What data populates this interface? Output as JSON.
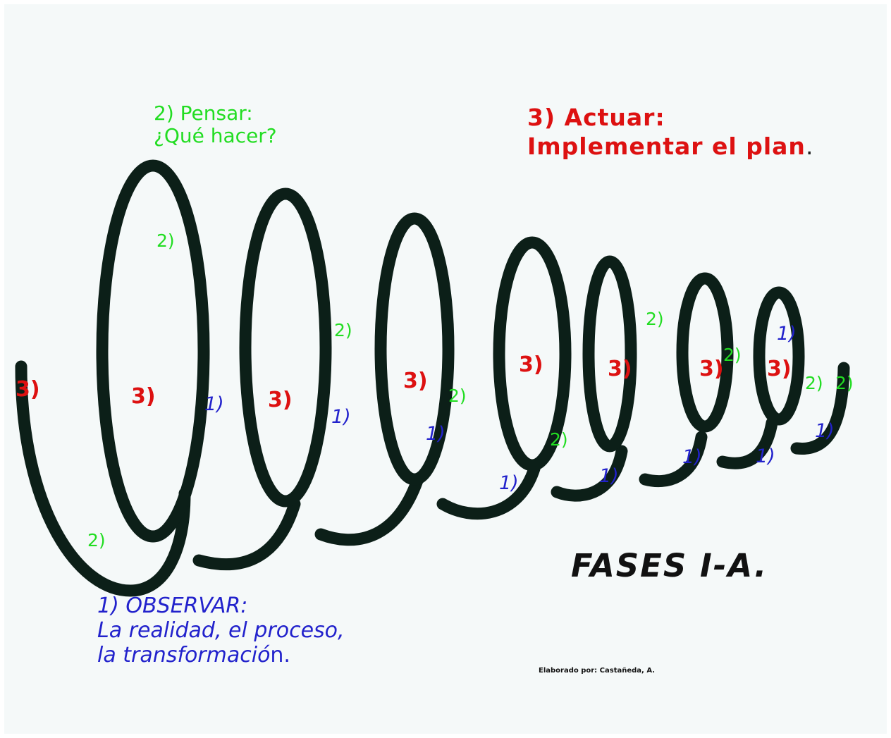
{
  "labels": {
    "think_heading": "2) Pensar:",
    "think_sub": "¿Qué hacer?",
    "act_heading": "3) Actuar:",
    "act_sub": "Implementar el plan",
    "act_sub_tail": ".",
    "observe_heading": "1) OBSERVAR:",
    "observe_line2": "La realidad, el proceso,",
    "observe_line3": "la transformació",
    "observe_line3_tail": "n.",
    "main_title": "FASES I-A.",
    "credit": "Elaborado por: Castañeda, A."
  },
  "markers": {
    "observe": "1)",
    "think": "2)",
    "act": "3)"
  },
  "colors": {
    "spring": "#0c1f18",
    "observe": "#2222cc",
    "think": "#22dd22",
    "act": "#dd1111",
    "background": "#f5f9f9"
  }
}
